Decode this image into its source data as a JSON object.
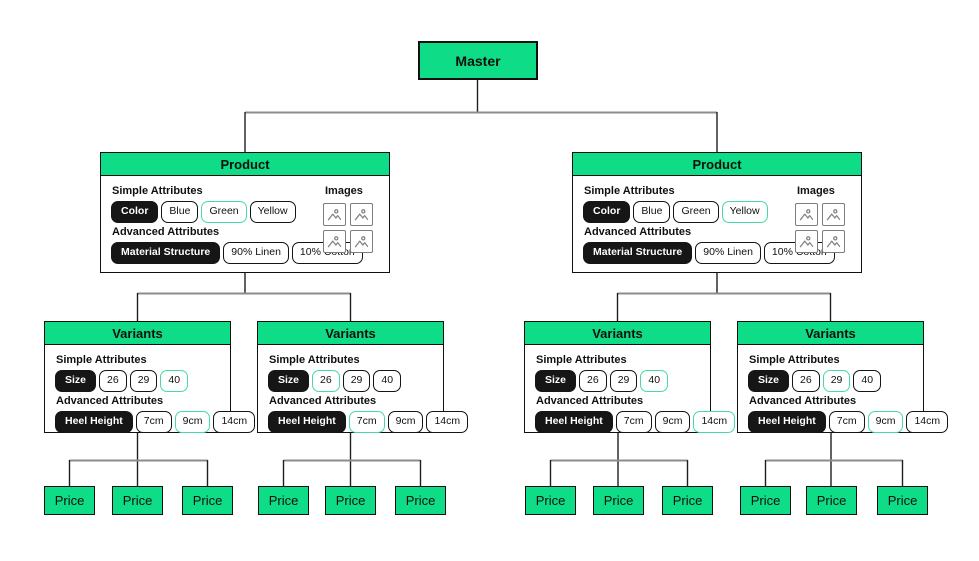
{
  "palette": {
    "node_green": "#0edc86",
    "highlight_border_green": "#46dca0",
    "chip_dark_bg": "#161616",
    "box_border": "#101010",
    "connector_gray": "#8c8c8c",
    "connector_dark": "#1f1f1f",
    "image_icon_gray": "#7d7d7d"
  },
  "master": {
    "label": "Master"
  },
  "products": [
    {
      "header": "Product",
      "simple_label": "Simple Attributes",
      "advanced_label": "Advanced Attributes",
      "images_label": "Images",
      "simple_key": "Color",
      "simple_values": [
        {
          "label": "Blue",
          "highlight": false
        },
        {
          "label": "Green",
          "highlight": true
        },
        {
          "label": "Yellow",
          "highlight": false
        }
      ],
      "advanced_key": "Material Structure",
      "advanced_values": [
        {
          "label": "90% Linen",
          "highlight": false
        },
        {
          "label": "10% Cotton",
          "highlight": false
        }
      ]
    },
    {
      "header": "Product",
      "simple_label": "Simple Attributes",
      "advanced_label": "Advanced Attributes",
      "images_label": "Images",
      "simple_key": "Color",
      "simple_values": [
        {
          "label": "Blue",
          "highlight": false
        },
        {
          "label": "Green",
          "highlight": false
        },
        {
          "label": "Yellow",
          "highlight": true
        }
      ],
      "advanced_key": "Material Structure",
      "advanced_values": [
        {
          "label": "90% Linen",
          "highlight": false
        },
        {
          "label": "10% Cotton",
          "highlight": false
        }
      ]
    }
  ],
  "variants": [
    {
      "header": "Variants",
      "simple_label": "Simple Attributes",
      "advanced_label": "Advanced Attributes",
      "simple_key": "Size",
      "simple_values": [
        {
          "label": "26",
          "highlight": false
        },
        {
          "label": "29",
          "highlight": false
        },
        {
          "label": "40",
          "highlight": true
        }
      ],
      "advanced_key": "Heel Height",
      "advanced_values": [
        {
          "label": "7cm",
          "highlight": false
        },
        {
          "label": "9cm",
          "highlight": true
        },
        {
          "label": "14cm",
          "highlight": false
        }
      ]
    },
    {
      "header": "Variants",
      "simple_label": "Simple Attributes",
      "advanced_label": "Advanced Attributes",
      "simple_key": "Size",
      "simple_values": [
        {
          "label": "26",
          "highlight": true
        },
        {
          "label": "29",
          "highlight": false
        },
        {
          "label": "40",
          "highlight": false
        }
      ],
      "advanced_key": "Heel Height",
      "advanced_values": [
        {
          "label": "7cm",
          "highlight": true
        },
        {
          "label": "9cm",
          "highlight": false
        },
        {
          "label": "14cm",
          "highlight": false
        }
      ]
    },
    {
      "header": "Variants",
      "simple_label": "Simple Attributes",
      "advanced_label": "Advanced Attributes",
      "simple_key": "Size",
      "simple_values": [
        {
          "label": "26",
          "highlight": false
        },
        {
          "label": "29",
          "highlight": false
        },
        {
          "label": "40",
          "highlight": true
        }
      ],
      "advanced_key": "Heel Height",
      "advanced_values": [
        {
          "label": "7cm",
          "highlight": false
        },
        {
          "label": "9cm",
          "highlight": false
        },
        {
          "label": "14cm",
          "highlight": true
        }
      ]
    },
    {
      "header": "Variants",
      "simple_label": "Simple Attributes",
      "advanced_label": "Advanced Attributes",
      "simple_key": "Size",
      "simple_values": [
        {
          "label": "26",
          "highlight": false
        },
        {
          "label": "29",
          "highlight": true
        },
        {
          "label": "40",
          "highlight": false
        }
      ],
      "advanced_key": "Heel Height",
      "advanced_values": [
        {
          "label": "7cm",
          "highlight": false
        },
        {
          "label": "9cm",
          "highlight": true
        },
        {
          "label": "14cm",
          "highlight": false
        }
      ]
    }
  ],
  "price_label": "Price"
}
